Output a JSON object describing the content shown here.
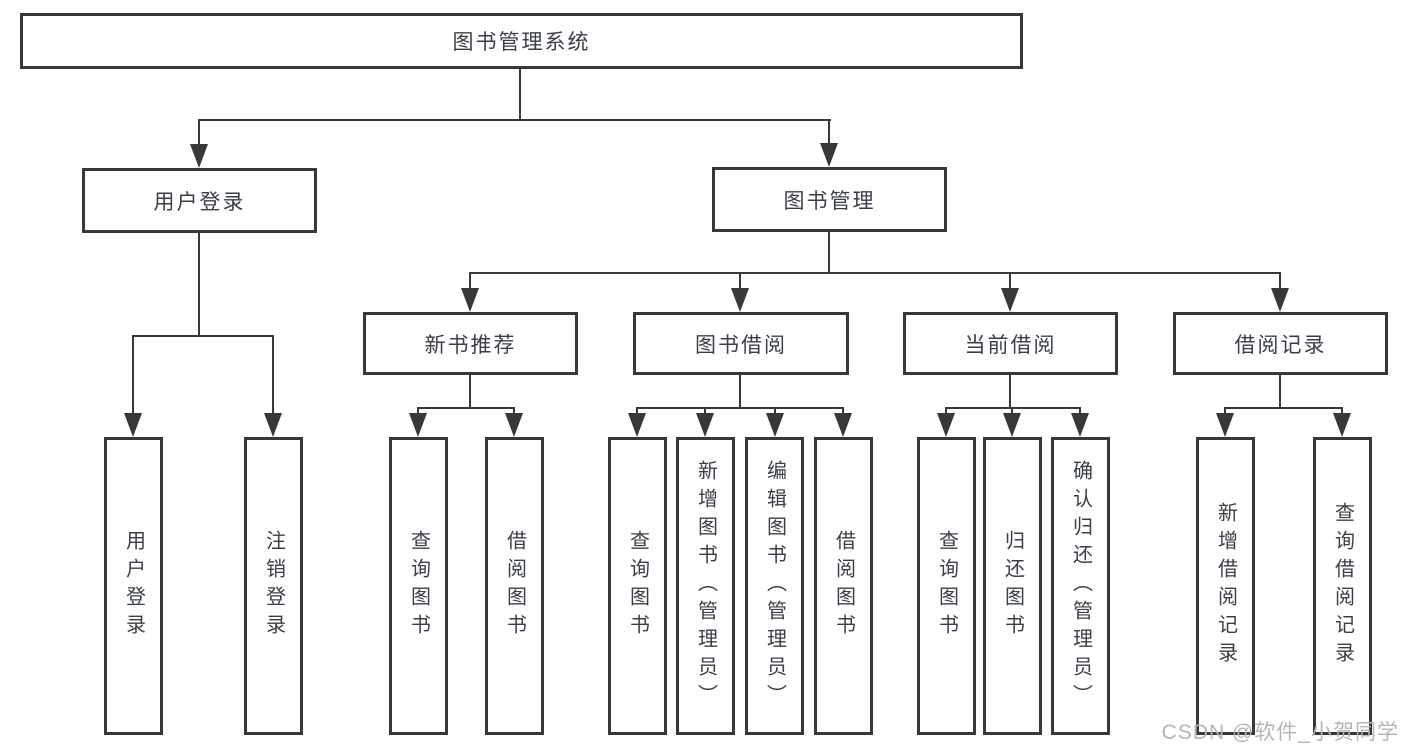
{
  "diagram": {
    "type": "hierarchy-tree",
    "nodes": {
      "root": {
        "label": "图书管理系统"
      },
      "level1": [
        {
          "label": "用户登录"
        },
        {
          "label": "图书管理"
        }
      ],
      "level2": [
        {
          "label": "新书推荐",
          "parent": "图书管理"
        },
        {
          "label": "图书借阅",
          "parent": "图书管理"
        },
        {
          "label": "当前借阅",
          "parent": "图书管理"
        },
        {
          "label": "借阅记录",
          "parent": "图书管理"
        }
      ],
      "level3": [
        {
          "label": "用户登录",
          "parent": "用户登录"
        },
        {
          "label": "注销登录",
          "parent": "用户登录"
        },
        {
          "label": "查询图书",
          "parent": "新书推荐"
        },
        {
          "label": "借阅图书",
          "parent": "新书推荐"
        },
        {
          "label": "查询图书",
          "parent": "图书借阅"
        },
        {
          "label": "新增图书（管理员）",
          "parent": "图书借阅"
        },
        {
          "label": "编辑图书（管理员）",
          "parent": "图书借阅"
        },
        {
          "label": "借阅图书",
          "parent": "图书借阅"
        },
        {
          "label": "查询图书",
          "parent": "当前借阅"
        },
        {
          "label": "归还图书",
          "parent": "当前借阅"
        },
        {
          "label": "确认归还（管理员）",
          "parent": "当前借阅"
        },
        {
          "label": "新增借阅记录",
          "parent": "借阅记录"
        },
        {
          "label": "查询借阅记录",
          "parent": "借阅记录"
        }
      ]
    },
    "colors": {
      "line": "#383838",
      "box_border": "#383838",
      "box_fill": "#ffffff",
      "text": "#3a3f47",
      "background": "#ffffff",
      "watermark": "#b8b4b4"
    }
  },
  "watermark": {
    "text": "CSDN @软件_小贺同学"
  }
}
